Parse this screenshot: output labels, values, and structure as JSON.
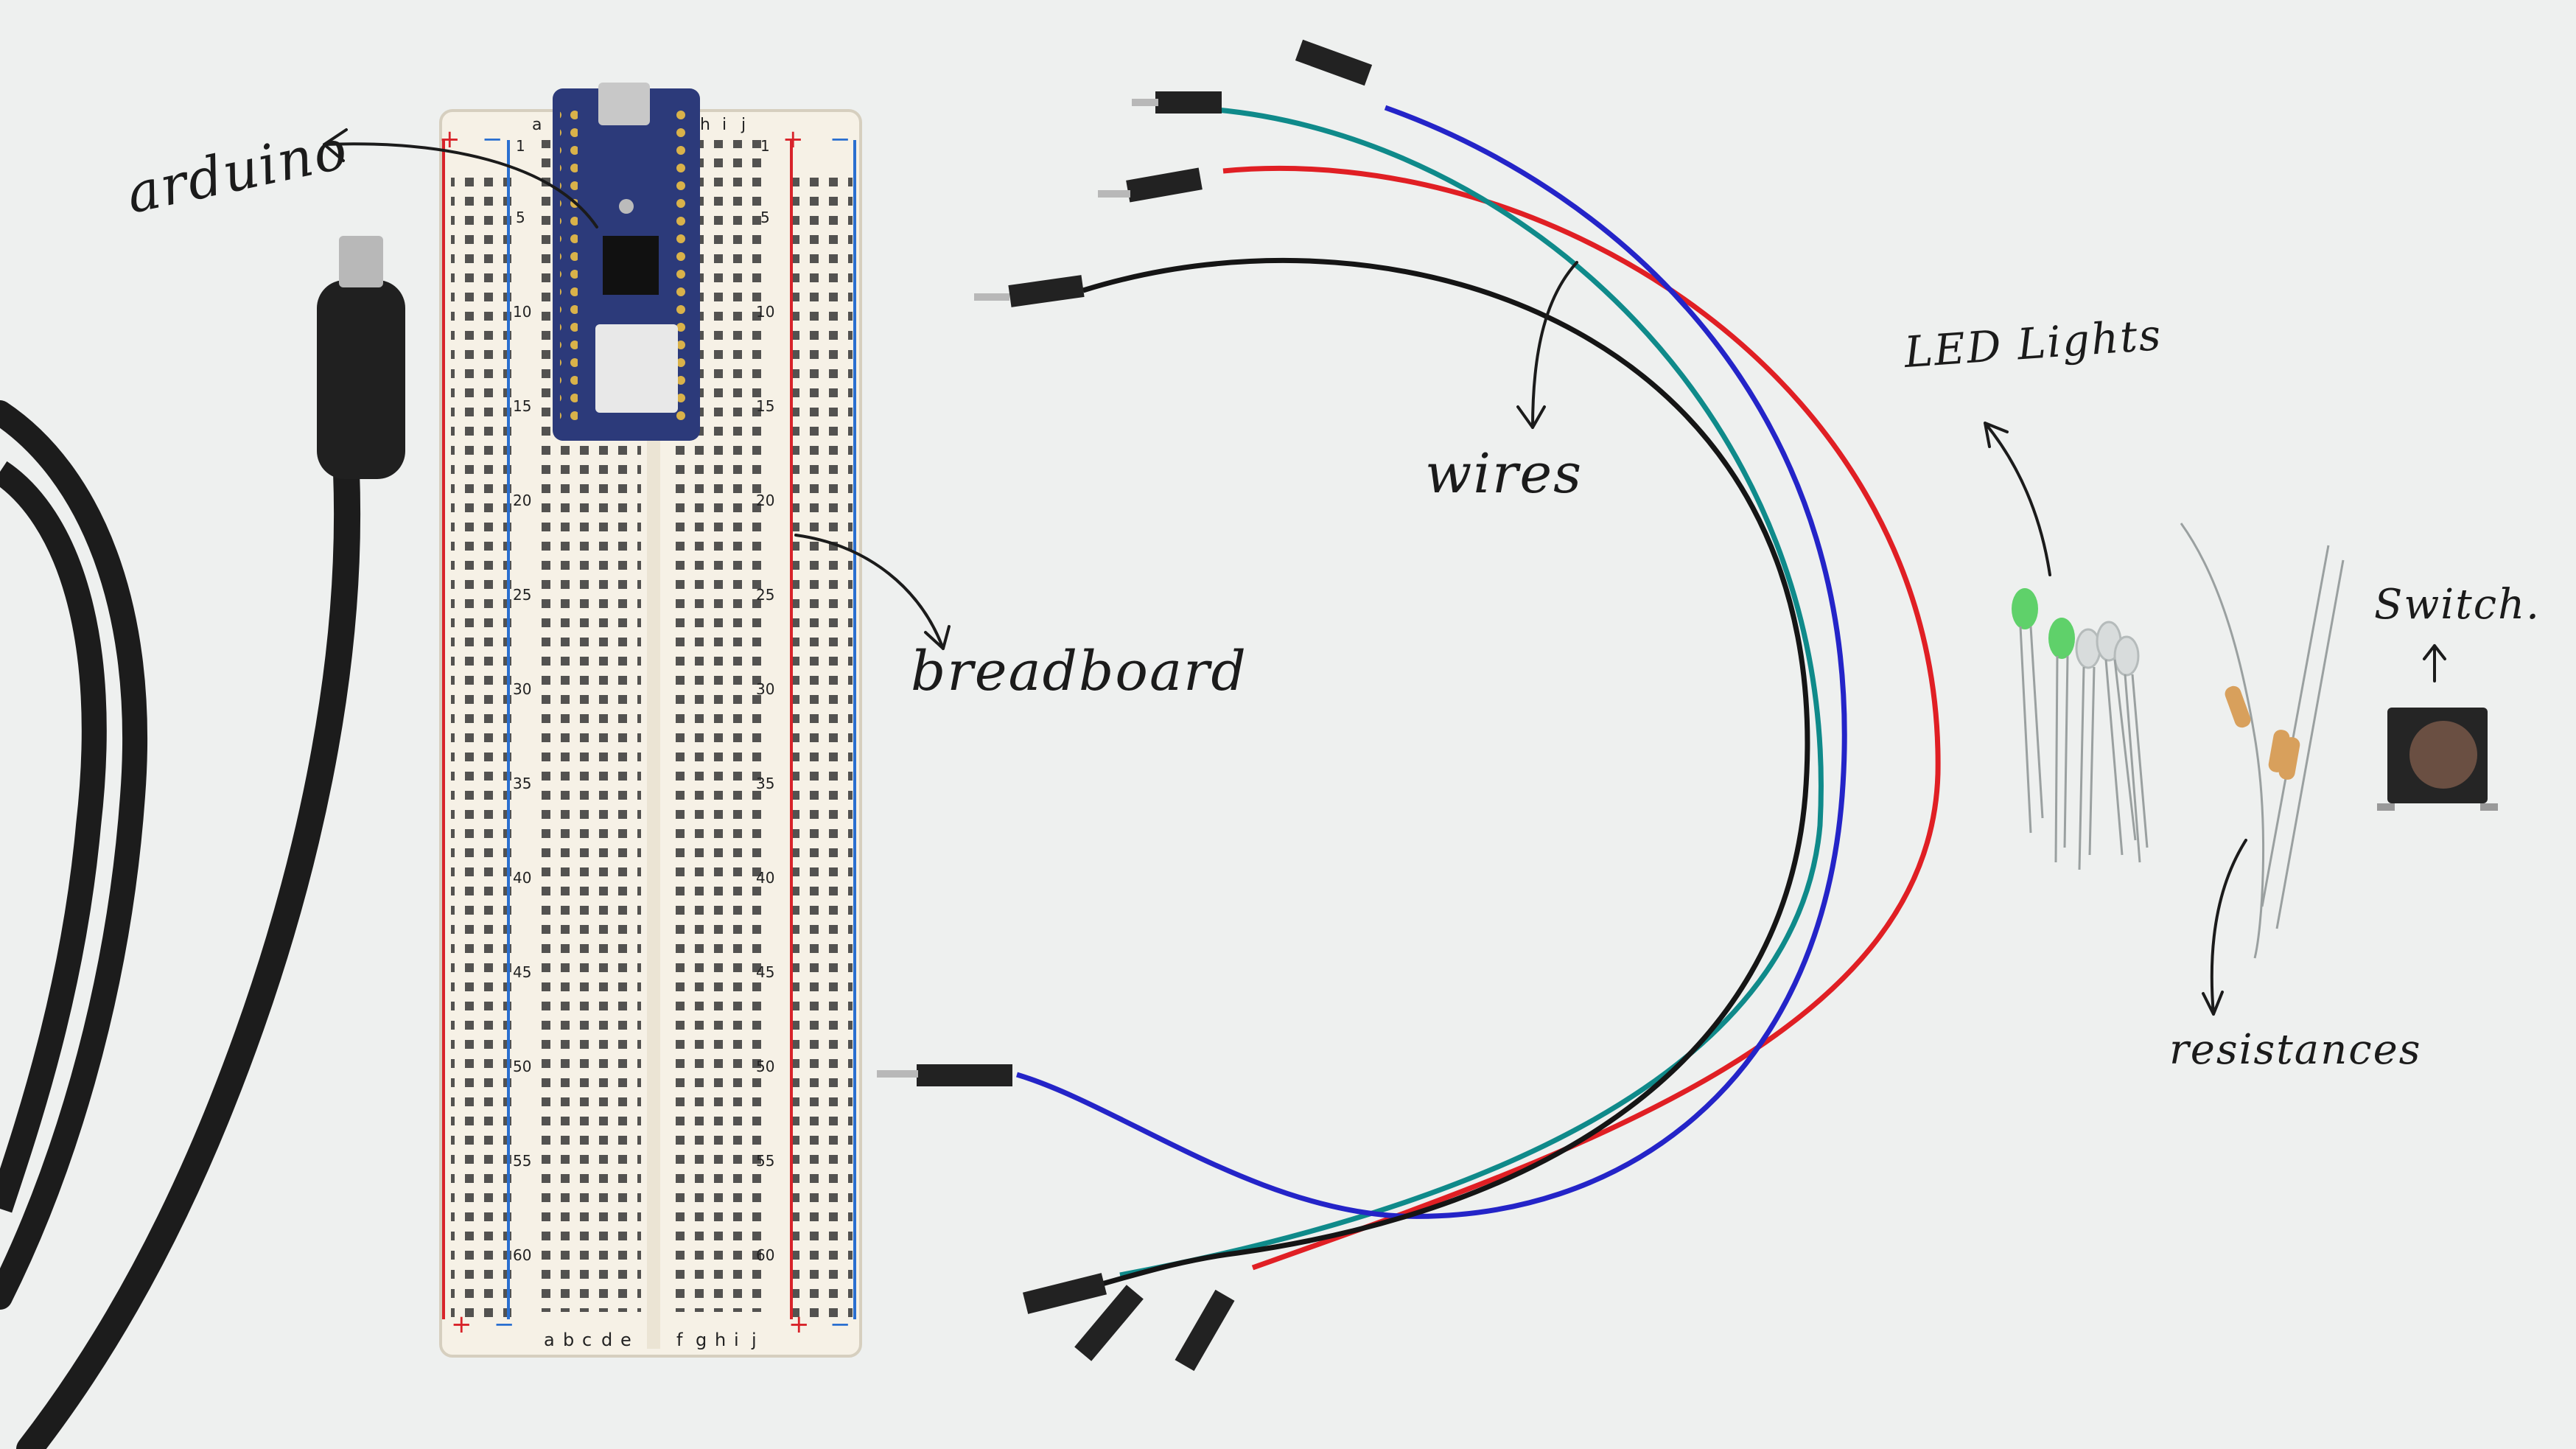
{
  "labels": {
    "arduino": "arduino",
    "breadboard": "breadboard",
    "wires": "wires",
    "led_lights": "LED Lights",
    "switch": "Switch.",
    "resistances": "resistances"
  },
  "breadboard": {
    "row_numbers": [
      "1",
      "5",
      "10",
      "15",
      "20",
      "25",
      "30",
      "35",
      "40",
      "45",
      "50",
      "55",
      "60"
    ],
    "columns_left": [
      "a",
      "b",
      "c",
      "d",
      "e"
    ],
    "columns_right": [
      "f",
      "g",
      "h",
      "i",
      "j"
    ],
    "rail_plus": "+",
    "rail_minus": "−"
  },
  "colors": {
    "background": "#eef0ef",
    "breadboard": "#f6f1e6",
    "rail_red": "#d8232a",
    "rail_blue": "#2a6fd0",
    "wire_red": "#e01f24",
    "wire_teal": "#0f8a8a",
    "wire_blue": "#2424c8",
    "wire_black": "#151515",
    "arduino_board": "#2c3a7a",
    "cable": "#1c1c1c",
    "led_green": "#5fd16a"
  }
}
